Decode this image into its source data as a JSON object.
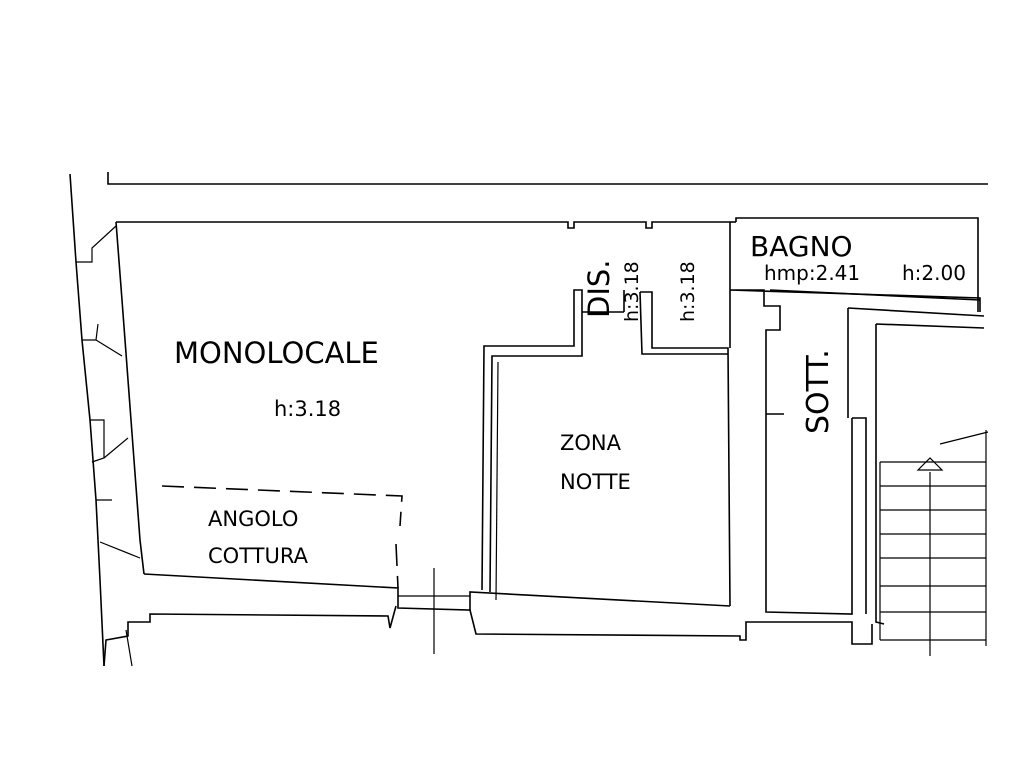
{
  "rooms": {
    "monolocale": {
      "name": "MONOLOCALE",
      "height": "h:3.18"
    },
    "angolo_cottura": {
      "line1": "ANGOLO",
      "line2": "COTTURA"
    },
    "zona_notte": {
      "line1": "ZONA",
      "line2": "NOTTE"
    },
    "disimpegno": {
      "name": "DIS.",
      "height": "h:3.18"
    },
    "closet": {
      "height": "h:3.18"
    },
    "bagno": {
      "name": "BAGNO",
      "height_avg": "hmp:2.41",
      "height_min": "h:2.00"
    },
    "sottoscala": {
      "name": "SOTT."
    }
  }
}
